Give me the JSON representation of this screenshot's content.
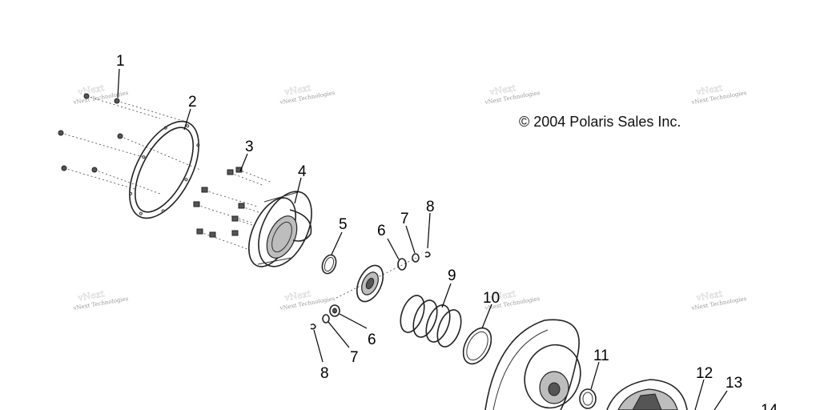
{
  "copyright": "© 2004 Polaris Sales Inc.",
  "watermark_text": "vNext Technologies",
  "callouts": [
    "1",
    "2",
    "3",
    "4",
    "5",
    "6",
    "7",
    "8",
    "9",
    "10",
    "11",
    "12",
    "13",
    "14",
    "6",
    "7",
    "8"
  ]
}
